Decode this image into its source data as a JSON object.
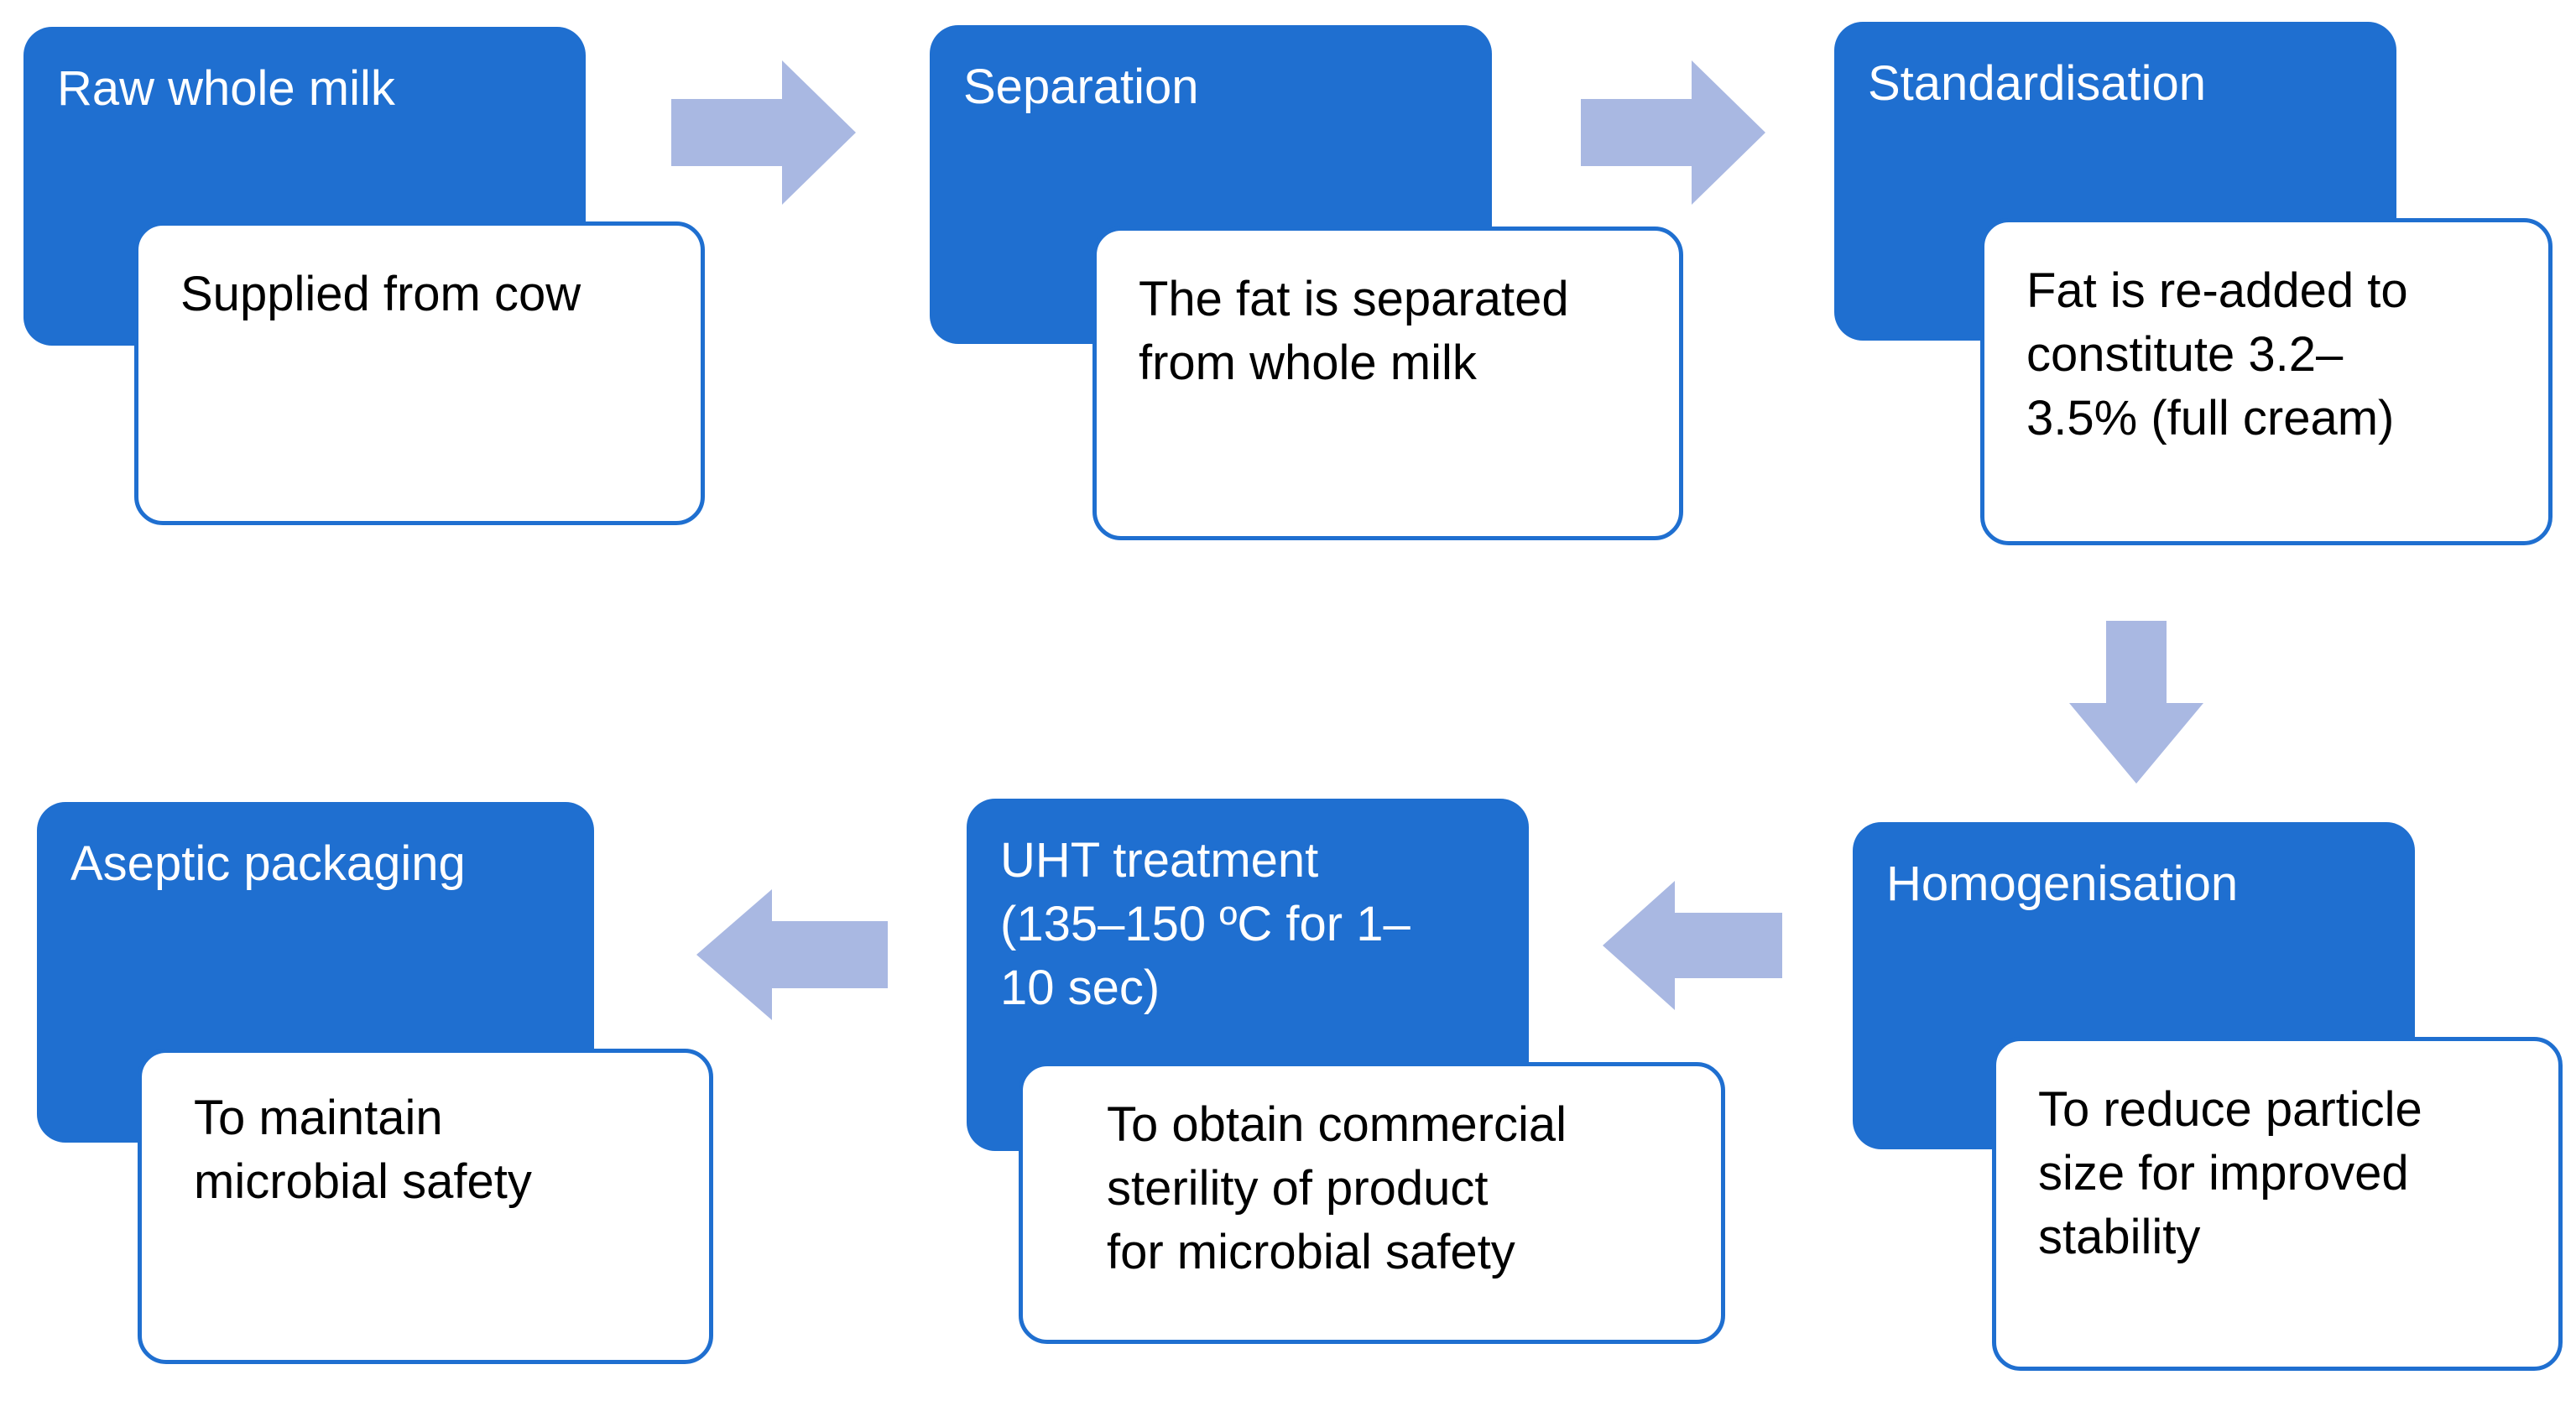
{
  "diagram": {
    "accent_color": "#1f6fd0",
    "arrow_color": "#a9b8e2",
    "steps": [
      {
        "title": "Raw whole milk",
        "description": "Supplied from cow"
      },
      {
        "title": "Separation",
        "description": "The fat is separated\nfrom whole milk"
      },
      {
        "title": "Standardisation",
        "description": "Fat is re-added to\nconstitute 3.2–\n3.5% (full cream)"
      },
      {
        "title": "Homogenisation",
        "description": "To reduce particle\nsize for improved\nstability"
      },
      {
        "title": "UHT treatment\n(135–150 ºC for 1–\n10 sec)",
        "description": "To obtain commercial\n sterility of product\nfor microbial safety"
      },
      {
        "title": "Aseptic packaging",
        "description": "To maintain\n microbial safety"
      }
    ],
    "arrows": [
      {
        "direction": "right"
      },
      {
        "direction": "right"
      },
      {
        "direction": "down"
      },
      {
        "direction": "left"
      },
      {
        "direction": "left"
      }
    ]
  }
}
